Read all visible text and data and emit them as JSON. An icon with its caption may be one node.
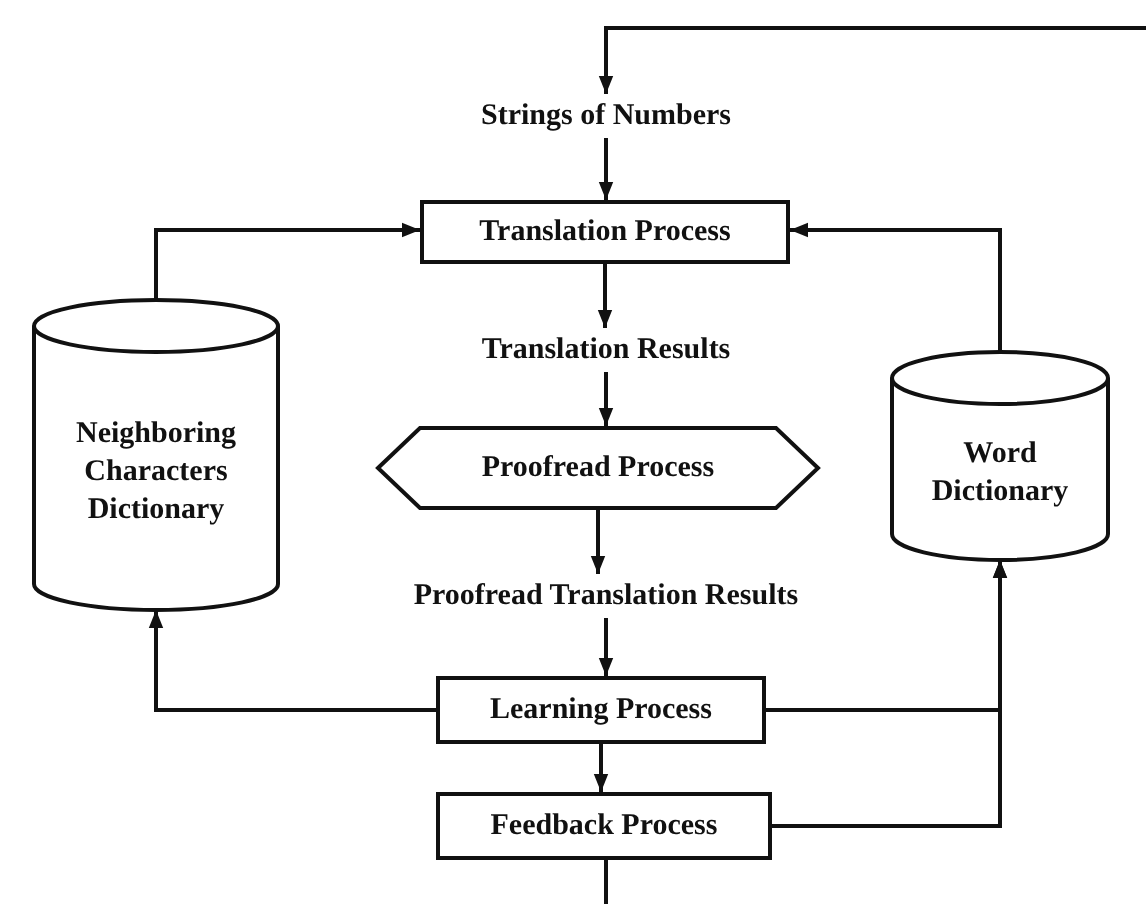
{
  "diagram": {
    "nodes": [
      {
        "text": [
          "Strings of Numbers"
        ]
      },
      {
        "text": [
          "Translation Process"
        ]
      },
      {
        "text": [
          "Translation Results"
        ]
      },
      {
        "text": [
          "Proofread Process"
        ]
      },
      {
        "text": [
          "Proofread Translation Results"
        ]
      },
      {
        "text": [
          "Learning Process"
        ]
      },
      {
        "text": [
          "Feedback Process"
        ]
      },
      {
        "text": [
          "Neighboring Characters Dictionary"
        ]
      },
      {
        "text": [
          "Word Dictionary"
        ]
      }
    ],
    "edges": [
      {
        "from": null,
        "to": 0,
        "arrow": "to"
      },
      {
        "from": 0,
        "to": 1,
        "arrow": "to"
      },
      {
        "from": 1,
        "to": 2,
        "arrow": "to"
      },
      {
        "from": 2,
        "to": 3,
        "arrow": "to"
      },
      {
        "from": 3,
        "to": 4,
        "arrow": "to"
      },
      {
        "from": 4,
        "to": 5,
        "arrow": "to"
      },
      {
        "from": 5,
        "to": 6,
        "arrow": "to"
      },
      {
        "from": 7,
        "to": 1,
        "arrow": "to"
      },
      {
        "from": 8,
        "to": 1,
        "arrow": "to"
      },
      {
        "from": 5,
        "to": 7,
        "arrow": "to"
      },
      {
        "from": 5,
        "to": 8,
        "arrow": "to"
      },
      {
        "from": 6,
        "to": 8,
        "arrow": "to"
      },
      {
        "from": 6,
        "to": null,
        "arrow": "none"
      }
    ]
  }
}
